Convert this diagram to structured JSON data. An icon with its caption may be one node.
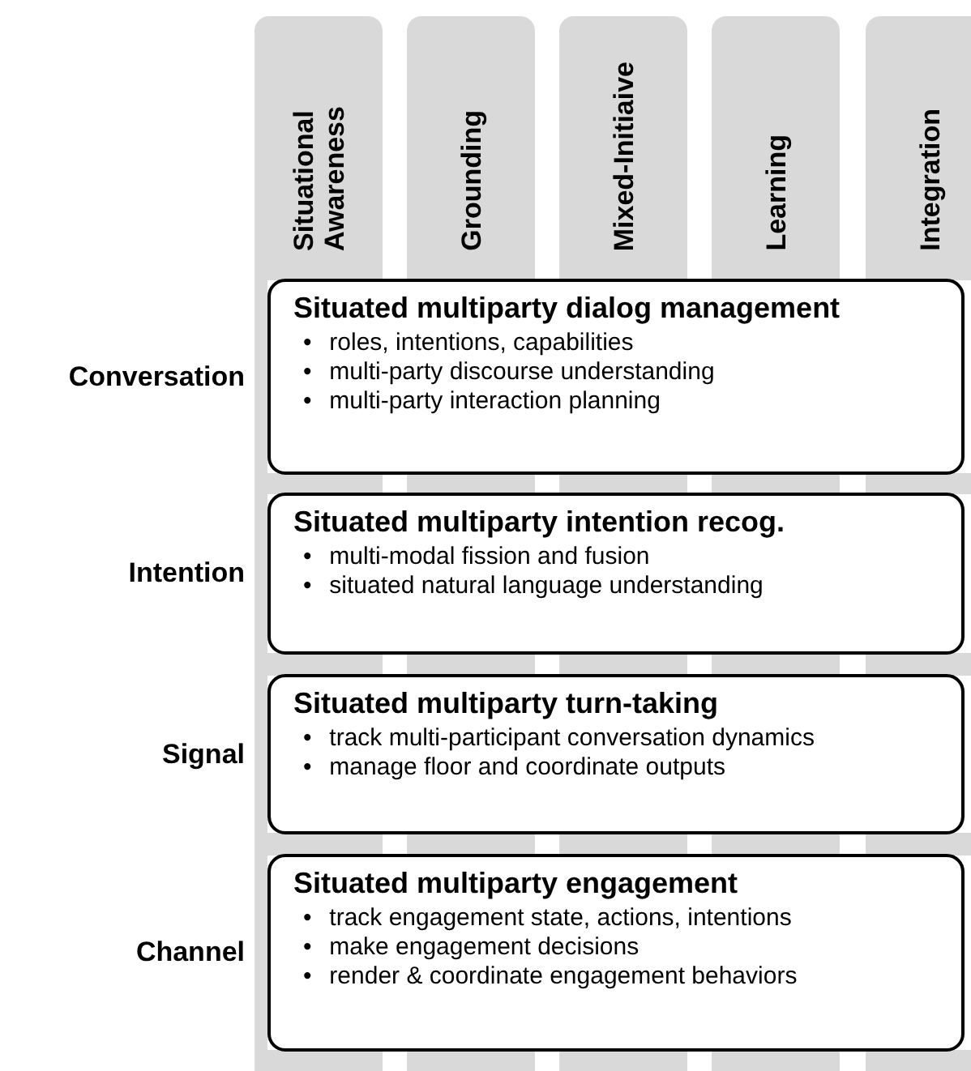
{
  "diagram": {
    "nodes": [
      {
        "text": [
          "Situational Awareness"
        ]
      },
      {
        "text": [
          "Grounding"
        ]
      },
      {
        "text": [
          "Mixed-Initiaive"
        ]
      },
      {
        "text": [
          "Learning"
        ]
      },
      {
        "text": [
          "Integration"
        ]
      },
      {
        "text": [
          "Situated multiparty dialog management",
          "• roles, intentions, capabilities",
          "• multi-party discourse understanding",
          "• multi-party interaction planning"
        ],
        "beside": [
          "Conversation"
        ]
      },
      {
        "text": [
          "Situated multiparty intention recog.",
          "• multi-modal fission and fusion",
          "• situated natural language understanding"
        ],
        "beside": [
          "Intention"
        ]
      },
      {
        "text": [
          "Situated multiparty turn-taking",
          "• track multi-participant conversation dynamics",
          "• manage floor and coordinate outputs"
        ],
        "beside": [
          "Signal"
        ]
      },
      {
        "text": [
          "Situated multiparty engagement",
          "• track engagement state, actions, intentions",
          "• make engagement decisions",
          "• render & coordinate engagement behaviors"
        ],
        "beside": [
          "Channel"
        ]
      }
    ]
  }
}
